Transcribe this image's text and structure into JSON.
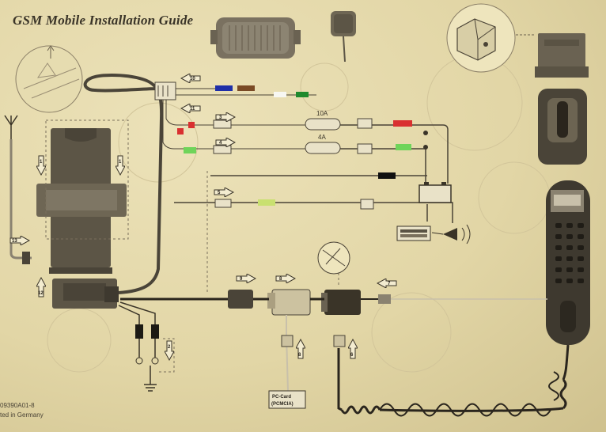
{
  "title": "GSM Mobile Installation Guide",
  "fuse_labels": {
    "fuse_10a": "10A",
    "fuse_4a": "4A"
  },
  "callouts": {
    "c1a": "1",
    "c1b": "1",
    "c2": "2",
    "c3": "3",
    "c4": "4",
    "c5": "5",
    "c6": "6",
    "c7": "7",
    "c8": "8",
    "c9": "9",
    "c10": "10",
    "c11": "11",
    "c12": "12",
    "c13": "13"
  },
  "pc_card_label": [
    "PC-Card",
    "(PCMCIA)"
  ],
  "footer": {
    "part_number": "09390A01-8",
    "made_in": "ted in Germany"
  },
  "wire_colors": {
    "blue": "#1f2fa8",
    "brown": "#7a4a25",
    "white": "#f7f7f2",
    "green": "#1f8a2e",
    "red": "#d93030",
    "light_green": "#6fd45a",
    "yellow_green": "#c9e070",
    "black": "#111111"
  }
}
